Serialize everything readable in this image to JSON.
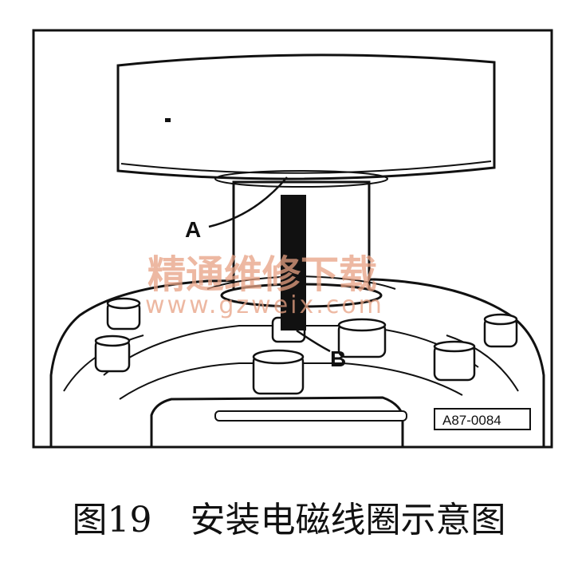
{
  "figure": {
    "callouts": {
      "a": "A",
      "b": "B"
    },
    "part_code": "A87-0084",
    "watermark": {
      "title": "精通维修下载",
      "url": "www.gzweix.com"
    }
  },
  "caption": {
    "number": "图19",
    "text": "安装电磁线圈示意图"
  }
}
